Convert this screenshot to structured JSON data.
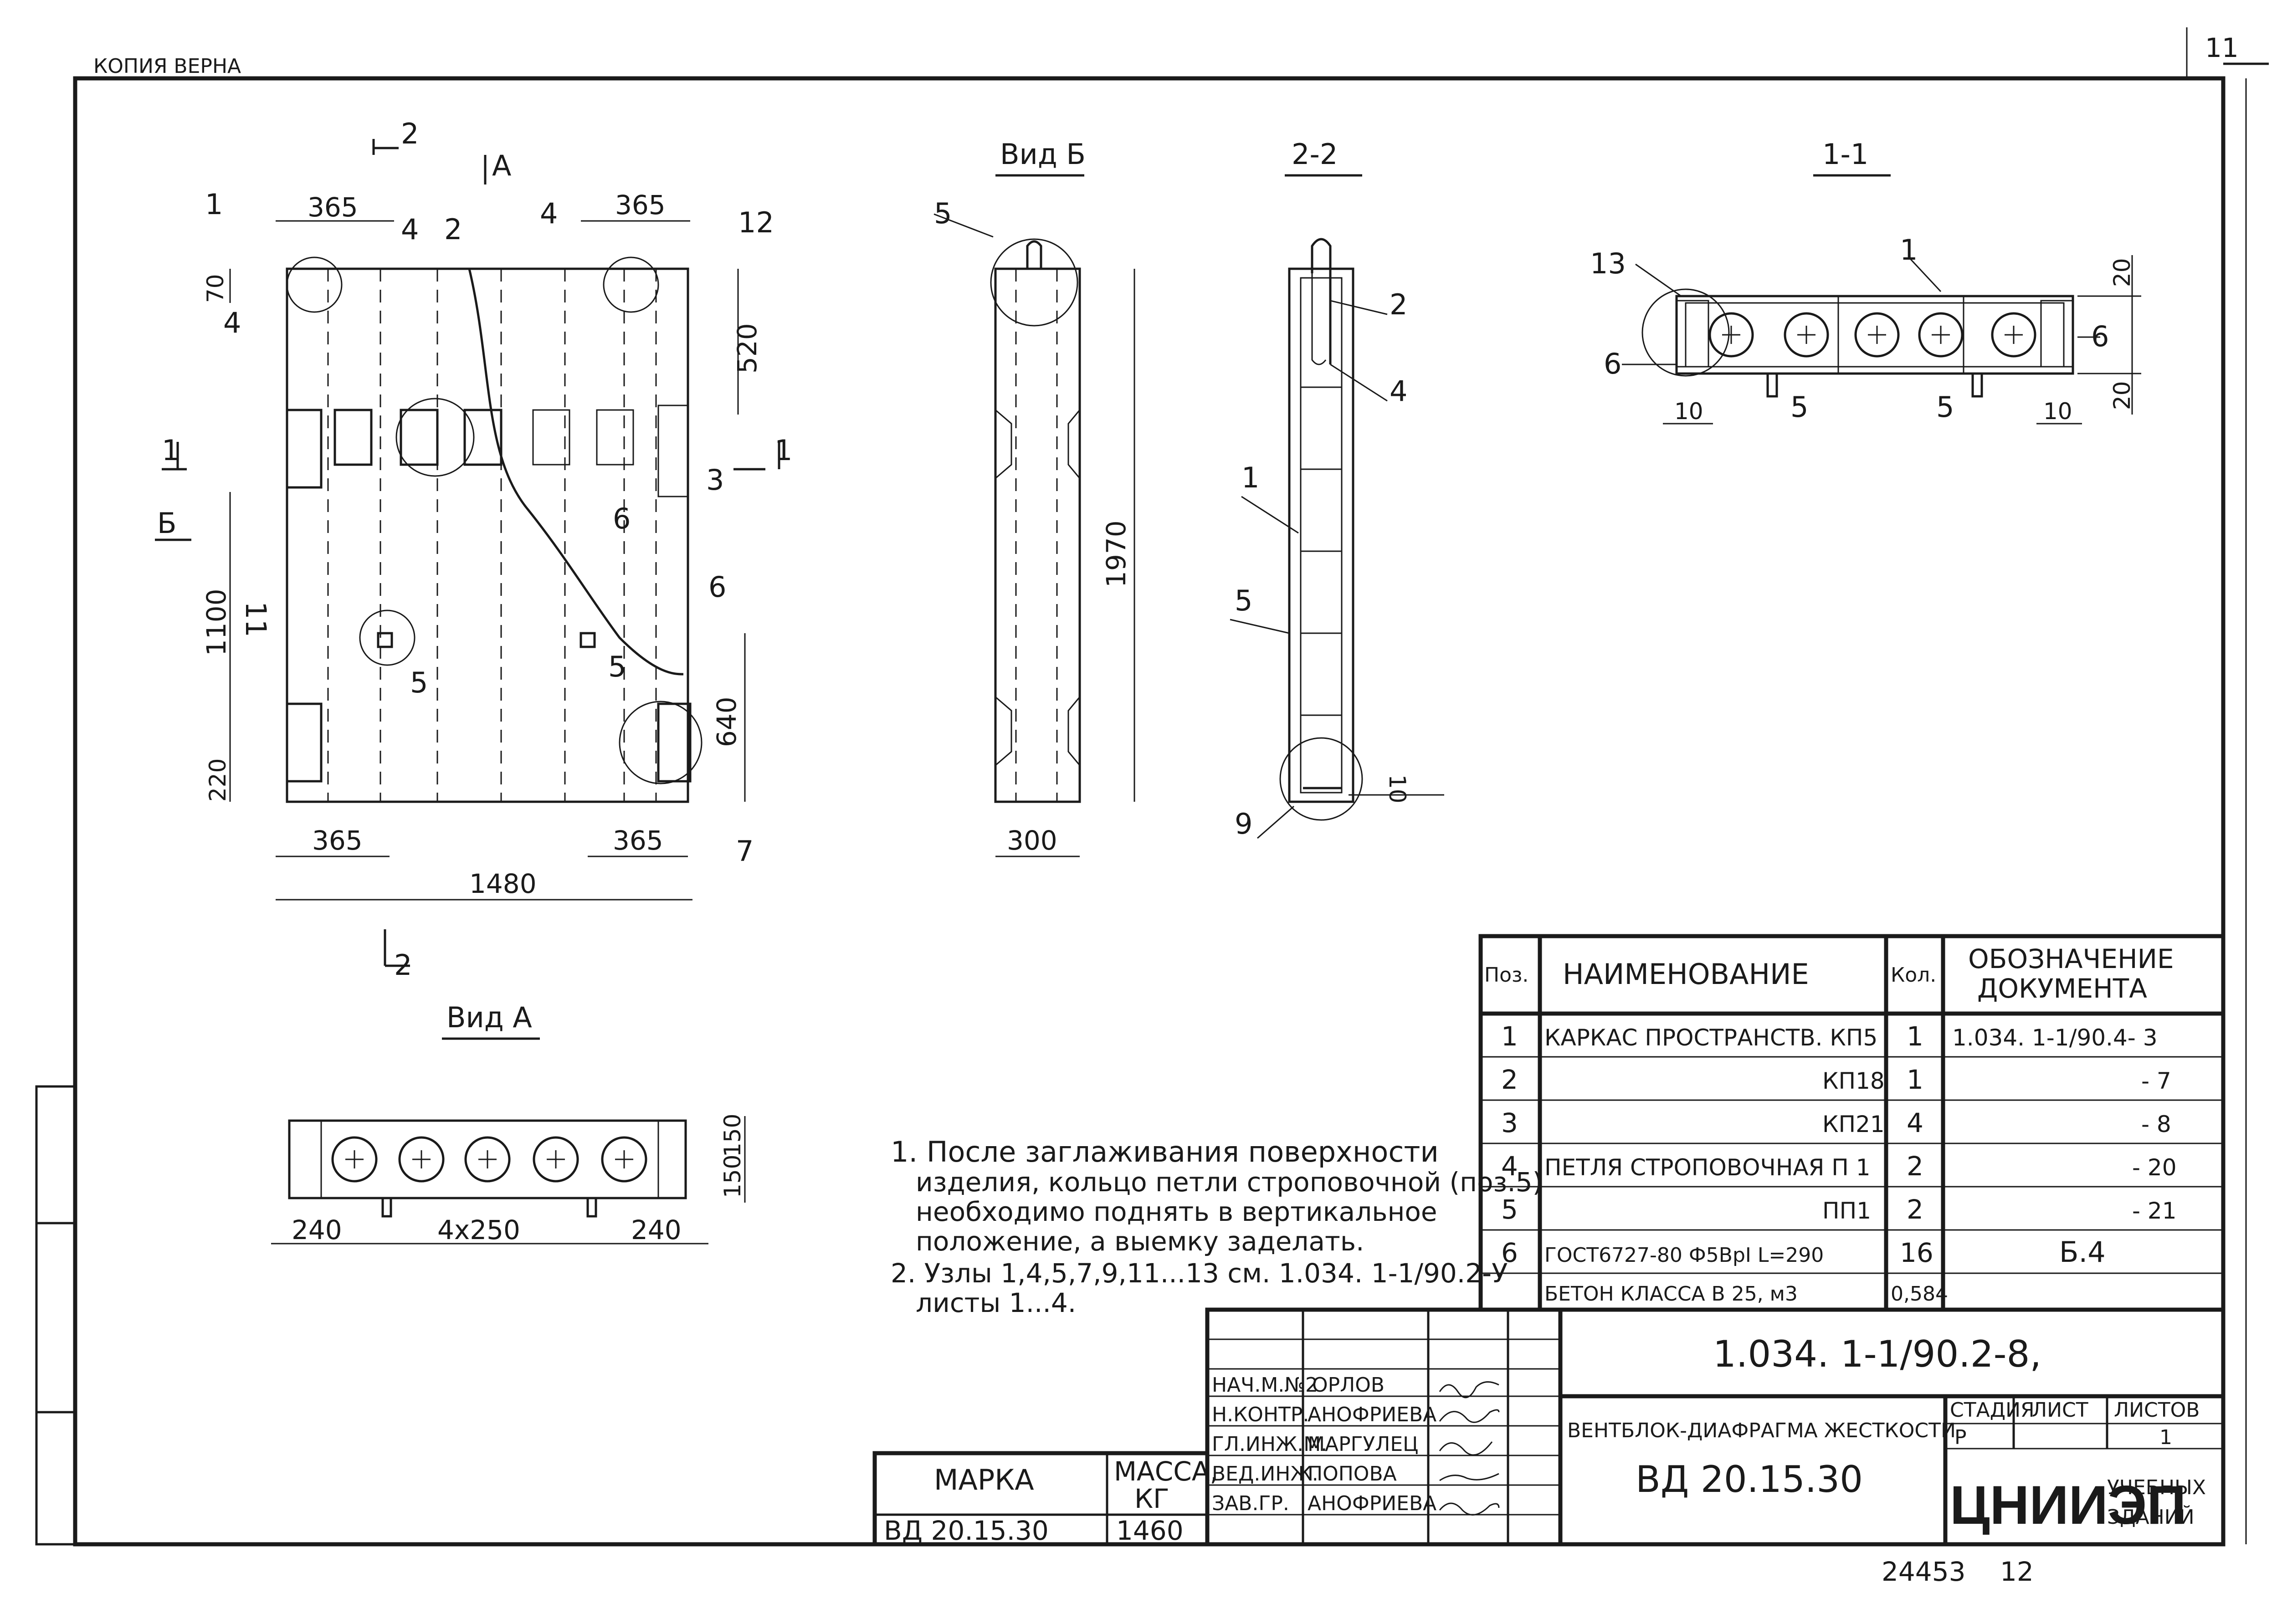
{
  "header": {
    "copy_stamp": "КОПИЯ ВЕРНА",
    "page_number": "11"
  },
  "drawing": {
    "section_2_label": "2",
    "view_a_arrow": "А",
    "view_b_label": "Б",
    "section_1_label": "1",
    "dimensions": {
      "d365": "365",
      "d70": "70",
      "d520": "520",
      "d1100": "1100",
      "d220": "220",
      "d640": "640",
      "d1480": "1480",
      "d1970": "1970",
      "d300": "300",
      "d150": "150",
      "d240": "240",
      "d4x250": "4х250",
      "d20": "20",
      "d10": "10"
    },
    "positions": [
      "1",
      "2",
      "3",
      "4",
      "5",
      "6",
      "7",
      "9",
      "11",
      "12",
      "13"
    ],
    "view_titles": {
      "view_b": "Вид Б",
      "section_22": "2-2",
      "section_11": "1-1",
      "view_a": "Вид А"
    }
  },
  "notes": [
    "1. После заглаживания поверхности",
    "изделия, кольцо петли строповочной (поз.5)",
    "необходимо поднять в вертикальное",
    "положение, а выемку заделать.",
    "2. Узлы 1,4,5,7,9,11...13 см. 1.034. 1-1/90.2-У",
    "листы 1...4."
  ],
  "spec_table": {
    "headers": {
      "pos": "Поз.",
      "name": "НАИМЕНОВАНИЕ",
      "qty": "Кол.",
      "doc_line1": "ОБОЗНАЧЕНИЕ",
      "doc_line2": "ДОКУМЕНТА"
    },
    "rows": [
      {
        "pos": "1",
        "name": "КАРКАС ПРОСТРАНСТВ. КП5",
        "qty": "1",
        "doc": "1.034. 1-1/90.4- 3"
      },
      {
        "pos": "2",
        "name": "КП18",
        "qty": "1",
        "doc": "- 7"
      },
      {
        "pos": "3",
        "name": "КП21",
        "qty": "4",
        "doc": "- 8"
      },
      {
        "pos": "4",
        "name": "ПЕТЛЯ СТРОПОВОЧНАЯ П 1",
        "qty": "2",
        "doc": "- 20"
      },
      {
        "pos": "5",
        "name": "ПП1",
        "qty": "2",
        "doc": "- 21"
      },
      {
        "pos": "6",
        "name": "ГОСТ6727-80 Ф5ВрI L=290",
        "qty": "16",
        "doc": "Б.4"
      },
      {
        "pos": "",
        "name": "БЕТОН КЛАССА В 25, м3",
        "qty": "0,584",
        "doc": ""
      }
    ]
  },
  "title_block": {
    "doc_code": "1.034. 1-1/90.2-8,",
    "signers": [
      {
        "role": "НАЧ.М.№2",
        "name": "ОРЛОВ"
      },
      {
        "role": "Н.КОНТР.",
        "name": "АНОФРИЕВА"
      },
      {
        "role": "ГЛ.ИНЖ.М.",
        "name": "МАРГУЛЕЦ"
      },
      {
        "role": "ВЕД.ИНЖ.",
        "name": "ПОПОВА"
      },
      {
        "role": "ЗАВ.ГР.",
        "name": "АНОФРИЕВА"
      }
    ],
    "title": "ВЕНТБЛОК-ДИАФРАГМА ЖЕСТКОСТИ",
    "mark_code": "ВД 20.15.30",
    "stage_header": "СТАДИЯ",
    "sheet_header": "ЛИСТ",
    "sheets_header": "ЛИСТОВ",
    "stage": "Р",
    "sheets": "1",
    "org": "ЦНИИЭП",
    "org_sub1": "УЧЕБНЫХ",
    "org_sub2": "ЗДАНИЙ",
    "mark_label": "МАРКА",
    "mass_label1": "МАССА,",
    "mass_label2": "КГ",
    "mark_value": "ВД 20.15.30",
    "mass_value": "1460"
  },
  "footer": {
    "code": "24453",
    "page": "12"
  }
}
